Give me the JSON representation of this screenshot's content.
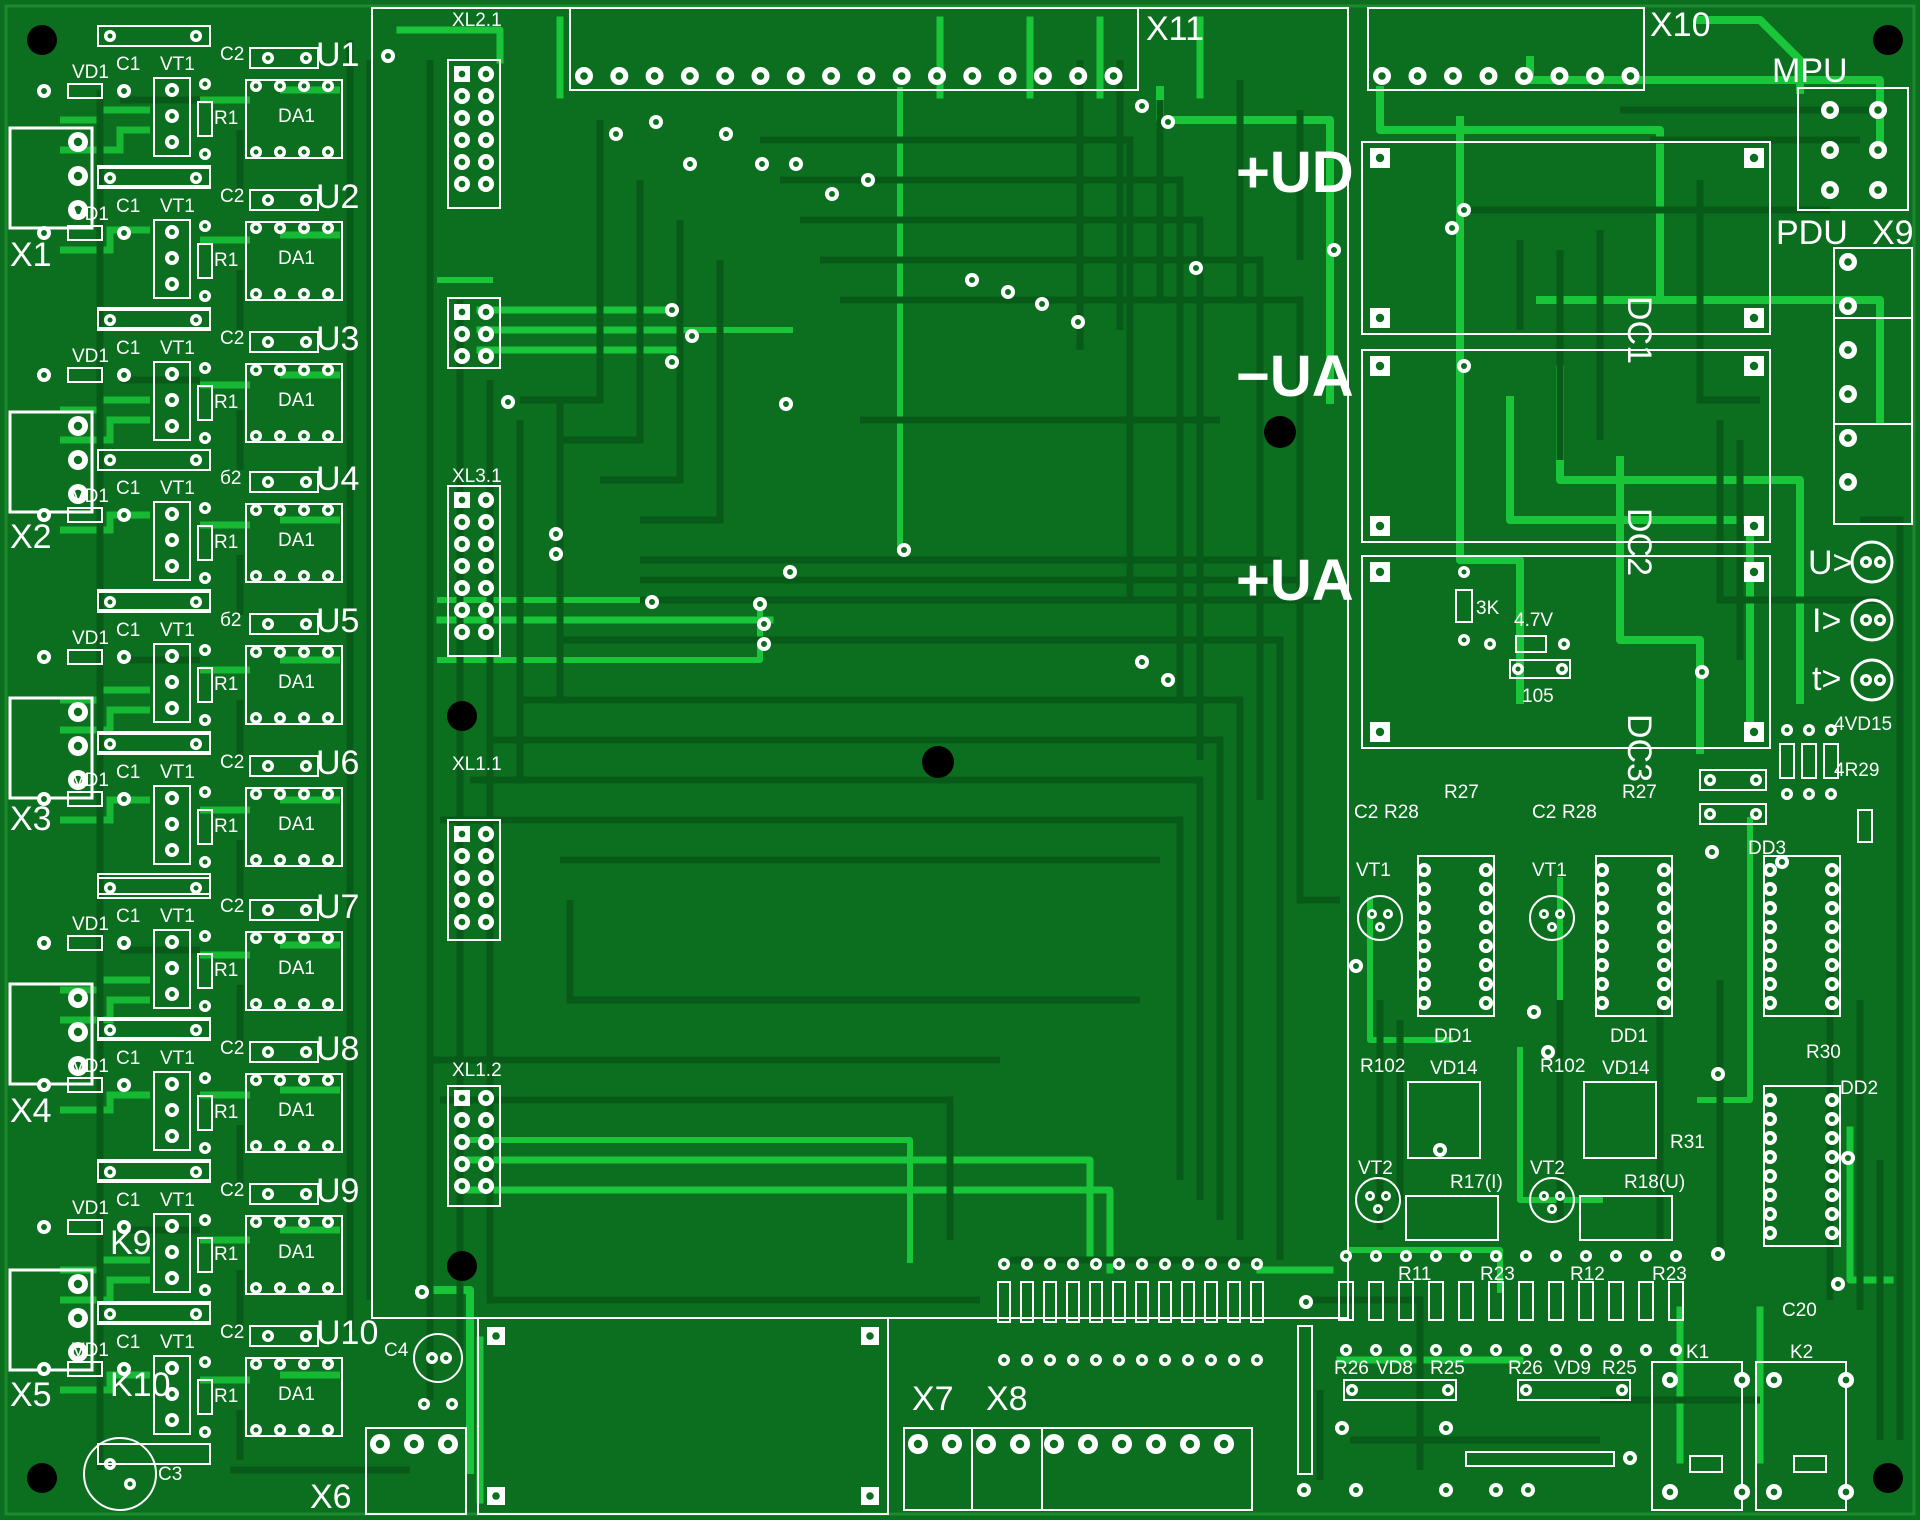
{
  "board": {
    "connectors_top": [
      "X11",
      "X10"
    ],
    "connectors_right": [
      "MPU",
      "PDU",
      "X9"
    ],
    "connectors_left": [
      "X1",
      "X2",
      "X3",
      "X4",
      "X5"
    ],
    "connectors_bottom": [
      "X6",
      "X7",
      "X8"
    ],
    "voltage_labels": [
      "+UD",
      "−UA",
      "+UA"
    ],
    "dcdc_labels": [
      "DC1",
      "DC2",
      "DC3"
    ],
    "header_labels": [
      "XL2.1",
      "XL3.1",
      "XL1.1",
      "XL1.2"
    ],
    "indicators": [
      "U>",
      "I>",
      "t>"
    ],
    "channel_units": [
      "U1",
      "U2",
      "U3",
      "U4",
      "U5",
      "U6",
      "U7",
      "U8",
      "U9",
      "U10"
    ],
    "channel_parts": {
      "vd": "VD1",
      "c1": "C1",
      "vt": "VT1",
      "r1": "R1",
      "c2": "C2",
      "c2_alt": "б2",
      "da": "DA1"
    },
    "channel_k": [
      "K9",
      "K10"
    ],
    "c3": "C3",
    "c4": "C4",
    "dc3_parts": {
      "r3k": "3K",
      "v47": "4.7V",
      "cap": "105"
    },
    "right_parts": {
      "vd15": "4VD15",
      "r29": "4R29",
      "dd3": "DD3",
      "dd2": "DD2",
      "r30": "R30",
      "r31": "R31",
      "c20": "C20"
    },
    "right_block_a": {
      "c2": "C2",
      "r28": "R28",
      "r27": "R27",
      "vt1": "VT1",
      "dd1": "DD1",
      "r102": "R102",
      "vd14": "VD14",
      "vt2": "VT2",
      "r17": "R17(I)"
    },
    "right_block_b": {
      "c2": "C2",
      "r28": "R28",
      "r27": "R27",
      "vt1": "VT1",
      "dd1": "DD1",
      "r102": "R102",
      "vd14": "VD14",
      "vt2": "VT2",
      "r18": "R18(U)"
    },
    "bottom_parts": {
      "r11": "R11",
      "r23a": "R23",
      "r12": "R12",
      "r23b": "R23",
      "r26a": "R26",
      "vd8": "VD8",
      "r25a": "R25",
      "r26b": "R26",
      "vd9": "VD9",
      "r25b": "R25",
      "k1": "K1",
      "k2": "K2"
    }
  }
}
